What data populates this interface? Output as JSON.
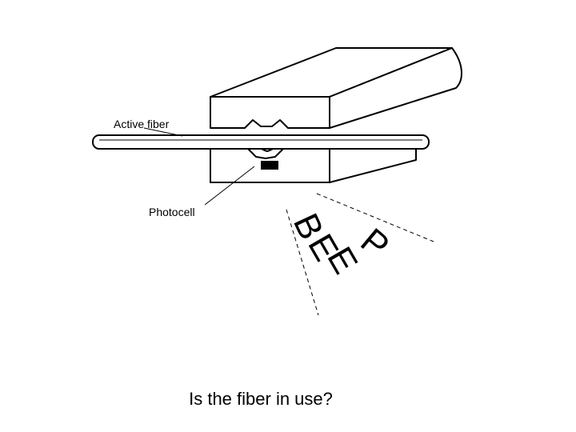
{
  "labels": {
    "active_fiber": "Active fiber",
    "photocell": "Photocell",
    "beep": [
      "B",
      "E",
      "E",
      "P"
    ]
  },
  "caption": "Is the fiber in use?",
  "colors": {
    "ink": "#000000",
    "background": "#ffffff"
  }
}
